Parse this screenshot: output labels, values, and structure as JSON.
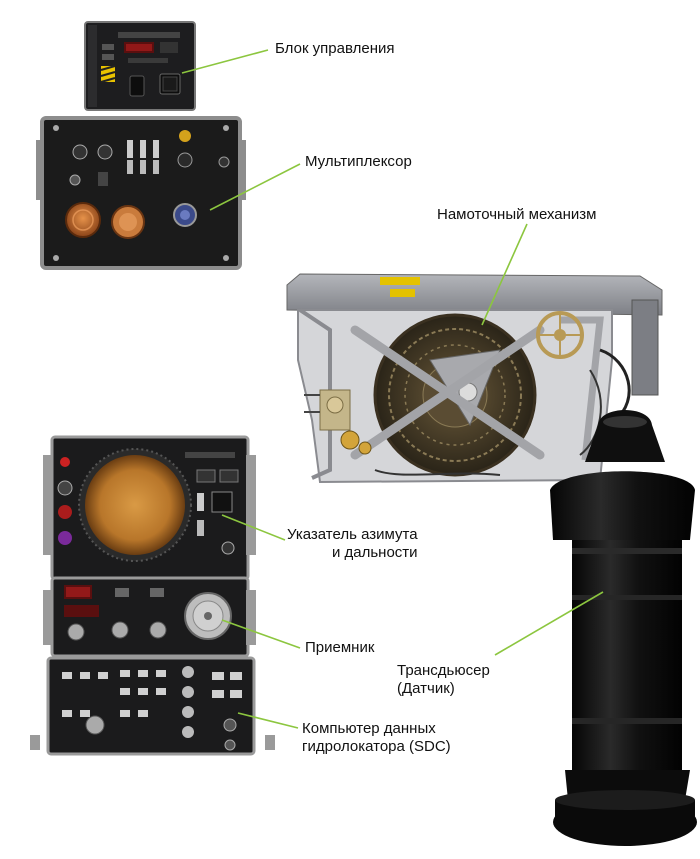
{
  "labels": {
    "control_unit": "Блок управления",
    "multiplexer": "Мультиплексор",
    "reel_mechanism": "Намоточный механизм",
    "indicator": "Указатель азимута\nи дальности",
    "receiver": "Приемник",
    "transducer": "Трансдьюсер\n(Датчик)",
    "sdc": "Компьютер данных\nгидролокатора (SDC)"
  },
  "colors": {
    "leader_line": "#8cc63f",
    "panel_dark": "#1c1c1c",
    "panel_frame": "#9a9a9a",
    "crt_amber": "#c0812a",
    "transducer_black": "#141414",
    "reel_frame": "#8e8f95",
    "copper_connector": "#c86a2a"
  },
  "icons": {
    "control_unit_panel": "control-box-icon",
    "multiplexer_panel": "connector-panel-icon",
    "indicator_panel": "crt-display-icon",
    "receiver_panel": "knob-panel-icon",
    "sdc_panel": "switch-panel-icon",
    "reel_assembly": "cable-reel-icon",
    "transducer_body": "transducer-icon"
  }
}
